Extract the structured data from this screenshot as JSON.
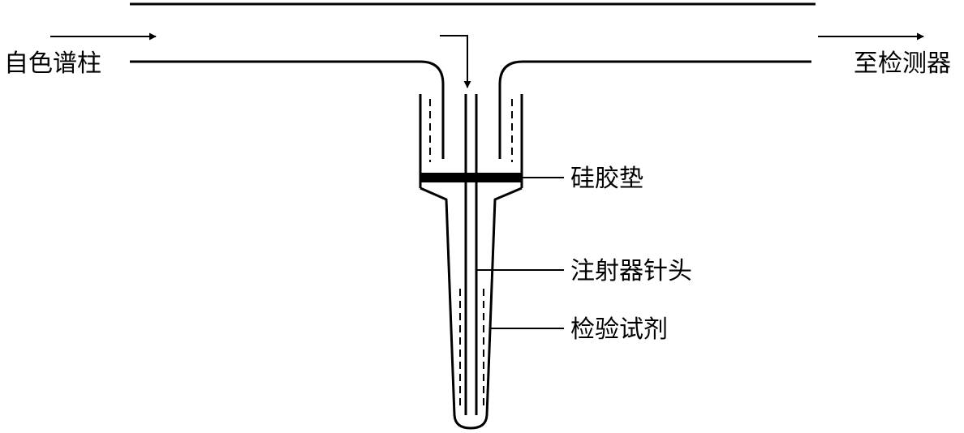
{
  "labels": {
    "inlet": "自色谱柱",
    "outlet": "至检测器",
    "septum": "硅胶垫",
    "needle": "注射器针头",
    "reagent": "检验试剂"
  },
  "colors": {
    "stroke": "#000000",
    "background": "#ffffff"
  }
}
